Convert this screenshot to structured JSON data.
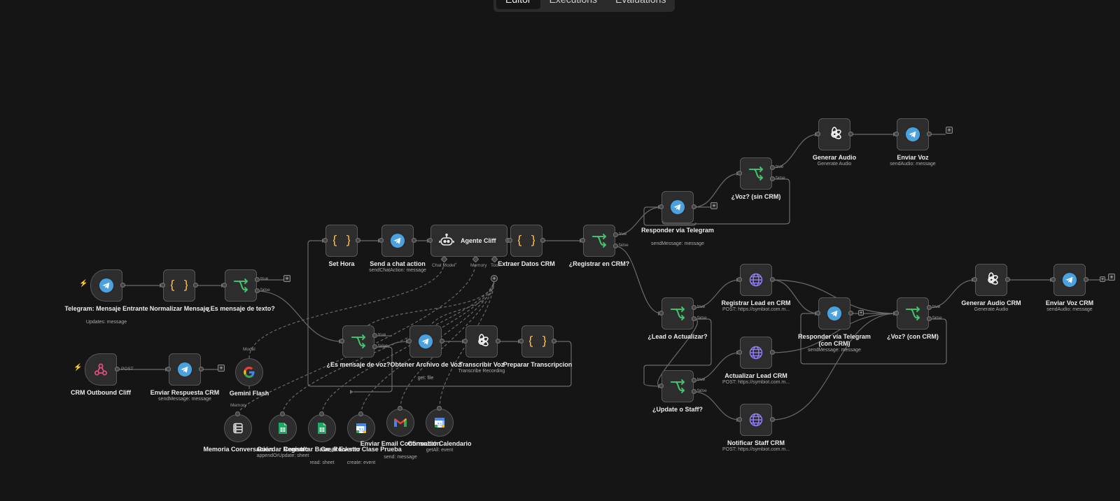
{
  "tabs": [
    "Editor",
    "Executions",
    "Evaluations"
  ],
  "active_tab": "Editor",
  "nodes": [
    {
      "id": "tg_in",
      "title": "Telegram: Mensaje Entrante",
      "subtitle": "Updates: message",
      "icon": "telegram-icon"
    },
    {
      "id": "norm",
      "title": "Normalizar Mensaje",
      "subtitle": "",
      "icon": "code-braces-icon"
    },
    {
      "id": "if_text",
      "title": "¿Es mensaje de texto?",
      "subtitle": "",
      "icon": "if-branch-icon"
    },
    {
      "id": "set_hora",
      "title": "Set Hora",
      "subtitle": "",
      "icon": "code-braces-icon"
    },
    {
      "id": "chat_action",
      "title": "Send a chat action",
      "subtitle": "sendChatAction: message",
      "icon": "telegram-icon"
    },
    {
      "id": "agente",
      "title": "Agente Cliff",
      "subtitle": "",
      "icon": "robot-icon"
    },
    {
      "id": "extraer",
      "title": "Extraer Datos CRM",
      "subtitle": "",
      "icon": "code-braces-icon"
    },
    {
      "id": "if_reg",
      "title": "¿Registrar en CRM?",
      "subtitle": "",
      "icon": "if-branch-icon"
    },
    {
      "id": "resp_tg",
      "title": "Responder vía Telegram",
      "subtitle": "sendMessage: message",
      "icon": "telegram-icon"
    },
    {
      "id": "if_voz1",
      "title": "¿Voz? (sin CRM)",
      "subtitle": "",
      "icon": "if-branch-icon"
    },
    {
      "id": "gen_audio",
      "title": "Generar Audio",
      "subtitle": "Generate Audio",
      "icon": "openai-icon"
    },
    {
      "id": "env_voz",
      "title": "Enviar Voz",
      "subtitle": "sendAudio: message",
      "icon": "telegram-icon"
    },
    {
      "id": "if_lead",
      "title": "¿Lead o Actualizar?",
      "subtitle": "",
      "icon": "if-branch-icon"
    },
    {
      "id": "reg_lead",
      "title": "Registrar Lead en CRM",
      "subtitle": "POST: https://symbiot.com.m...",
      "icon": "globe-icon"
    },
    {
      "id": "act_lead",
      "title": "Actualizar Lead CRM",
      "subtitle": "POST: https://symbiot.com.m...",
      "icon": "globe-icon"
    },
    {
      "id": "if_staff",
      "title": "¿Update o Staff?",
      "subtitle": "",
      "icon": "if-branch-icon"
    },
    {
      "id": "notif",
      "title": "Notificar Staff CRM",
      "subtitle": "POST: https://symbiot.com.m...",
      "icon": "globe-icon"
    },
    {
      "id": "resp_crm",
      "title": "Responder vía Telegram (con CRM)",
      "subtitle": "sendMessage: message",
      "icon": "telegram-icon"
    },
    {
      "id": "if_voz2",
      "title": "¿Voz? (con CRM)",
      "subtitle": "",
      "icon": "if-branch-icon"
    },
    {
      "id": "gen_audio_crm",
      "title": "Generar Audio CRM",
      "subtitle": "Generate Audio",
      "icon": "openai-icon"
    },
    {
      "id": "env_voz_crm",
      "title": "Enviar Voz CRM",
      "subtitle": "sendAudio: message",
      "icon": "telegram-icon"
    },
    {
      "id": "crm_out",
      "title": "CRM Outbound Cliff",
      "subtitle": "",
      "icon": "webhook-icon"
    },
    {
      "id": "env_resp",
      "title": "Enviar Respuesta CRM",
      "subtitle": "sendMessage: message",
      "icon": "telegram-icon"
    },
    {
      "id": "gemini",
      "title": "Gemini Flash",
      "subtitle": "",
      "icon": "google-icon"
    },
    {
      "id": "if_voz",
      "title": "¿Es mensaje de voz?",
      "subtitle": "",
      "icon": "if-branch-icon"
    },
    {
      "id": "obt_arch",
      "title": "Obtener Archivo de Voz",
      "subtitle": "get: file",
      "icon": "telegram-icon"
    },
    {
      "id": "transcribir",
      "title": "Transcribir Voz",
      "subtitle": "Transcribe Recording",
      "icon": "openai-icon"
    },
    {
      "id": "preparar",
      "title": "Preparar Transcripcion",
      "subtitle": "",
      "icon": "code-braces-icon"
    },
    {
      "id": "memoria",
      "title": "Memoria Conversación",
      "subtitle": "",
      "icon": "database-icon"
    },
    {
      "id": "guardar",
      "title": "Guardar Registro",
      "subtitle": "appendOrUpdate: sheet",
      "icon": "sheets-icon"
    },
    {
      "id": "consultar_base",
      "title": "Consultar Base_Rockstar",
      "subtitle": "read: sheet",
      "icon": "sheets-icon"
    },
    {
      "id": "crear_evento",
      "title": "Crear Evento Clase Prueba",
      "subtitle": "create: event",
      "icon": "calendar-icon"
    },
    {
      "id": "enviar_email",
      "title": "Enviar Email Confirmación",
      "subtitle": "send: message",
      "icon": "gmail-icon"
    },
    {
      "id": "consultar_cal",
      "title": "Consultar Calendario",
      "subtitle": "getAll: event",
      "icon": "calendar-icon"
    }
  ],
  "branch_labels": {
    "true": "true",
    "false": "false",
    "post": "POST"
  },
  "agent_ports": {
    "chat_model": "Chat Model",
    "required_mark": "*",
    "memory": "Memory",
    "tool": "Tool"
  },
  "gemini_ports": {
    "model": "Model",
    "memory": "Memory"
  },
  "colors": {
    "background": "#151515",
    "node": "#2d2d2d",
    "if_green": "#45c06a",
    "telegram_blue": "#4aa3df",
    "code_orange": "#f2b84b",
    "http_purple": "#8e7cf0",
    "trigger_bolt": "#e8722a"
  }
}
